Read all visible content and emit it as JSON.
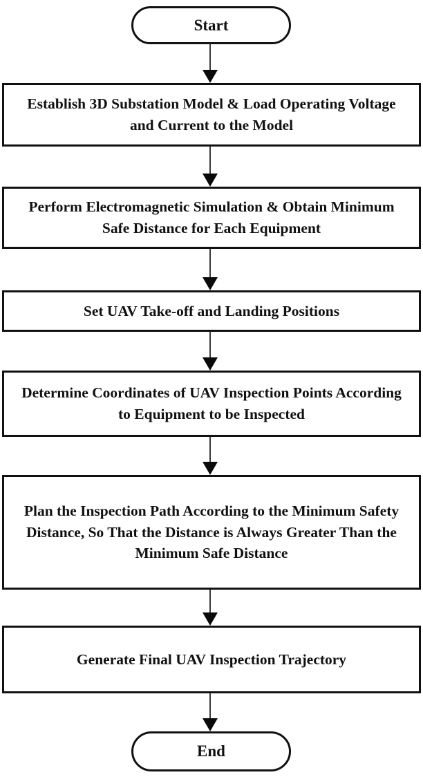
{
  "diagram": {
    "type": "flowchart",
    "description": "UAV substation inspection trajectory planning workflow",
    "colors": {
      "background": "#ffffff",
      "node_fill": "#ffffff",
      "node_border": "#111111",
      "text": "#111111",
      "arrow": "#0a0a0a"
    },
    "nodes": [
      {
        "id": "start",
        "type": "terminator",
        "label": "Start"
      },
      {
        "id": "step1",
        "type": "process",
        "label": "Establish 3D Substation Model & Load Operating Voltage and Current to the Model"
      },
      {
        "id": "step2",
        "type": "process",
        "label": "Perform Electromagnetic Simulation & Obtain Minimum Safe Distance for Each Equipment"
      },
      {
        "id": "step3",
        "type": "process",
        "label": "Set UAV Take-off and Landing Positions"
      },
      {
        "id": "step4",
        "type": "process",
        "label": "Determine Coordinates of UAV Inspection Points According to Equipment to be Inspected"
      },
      {
        "id": "step5",
        "type": "process",
        "label": "Plan the Inspection Path According to the Minimum Safety Distance, So That the Distance is Always Greater Than the Minimum Safe Distance"
      },
      {
        "id": "step6",
        "type": "process",
        "label": "Generate Final UAV Inspection Trajectory"
      },
      {
        "id": "end",
        "type": "terminator",
        "label": "End"
      }
    ],
    "edges": [
      {
        "from": "start",
        "to": "step1"
      },
      {
        "from": "step1",
        "to": "step2"
      },
      {
        "from": "step2",
        "to": "step3"
      },
      {
        "from": "step3",
        "to": "step4"
      },
      {
        "from": "step4",
        "to": "step5"
      },
      {
        "from": "step5",
        "to": "step6"
      },
      {
        "from": "step6",
        "to": "end"
      }
    ]
  }
}
